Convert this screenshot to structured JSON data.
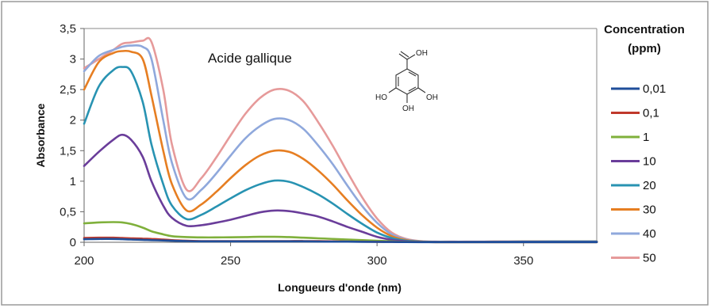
{
  "chart_data": {
    "type": "line",
    "title": "",
    "annotation": "Acide gallique",
    "xlabel": "Longueurs d'onde (nm)",
    "ylabel": "Absorbance",
    "xlim": [
      200,
      375
    ],
    "ylim": [
      0,
      3.5
    ],
    "x_ticks": [
      "200",
      "250",
      "300",
      "350"
    ],
    "y_ticks": [
      "0",
      "0,5",
      "1",
      "1,5",
      "2",
      "2,5",
      "3",
      "3,5"
    ],
    "grid": false,
    "legend": {
      "title_line1": "Concentration",
      "title_line2": "(ppm)",
      "placement": "right"
    },
    "molecule_labels": {
      "top": "OH",
      "left": "HO",
      "right": "OH",
      "bottom": "OH"
    },
    "x": [
      200,
      205,
      210,
      213,
      216,
      220,
      223,
      227,
      230,
      235,
      240,
      245,
      250,
      255,
      260,
      265,
      270,
      275,
      280,
      285,
      290,
      295,
      300,
      305,
      310,
      315,
      320,
      325,
      330,
      340,
      350,
      360,
      370,
      375
    ],
    "series": [
      {
        "name": "0,01",
        "color": "#1f4e9a",
        "values": [
          0.05,
          0.055,
          0.055,
          0.05,
          0.045,
          0.04,
          0.035,
          0.03,
          0.025,
          0.02,
          0.015,
          0.015,
          0.015,
          0.015,
          0.015,
          0.015,
          0.015,
          0.015,
          0.012,
          0.01,
          0.01,
          0.008,
          0.006,
          0.005,
          0.004,
          0.003,
          0.002,
          0.002,
          0.002,
          0.002,
          0.002,
          0.002,
          0.002,
          0.002
        ]
      },
      {
        "name": "0,1",
        "color": "#c0392b",
        "values": [
          0.07,
          0.075,
          0.075,
          0.07,
          0.065,
          0.06,
          0.055,
          0.045,
          0.035,
          0.025,
          0.02,
          0.02,
          0.02,
          0.02,
          0.02,
          0.02,
          0.02,
          0.02,
          0.018,
          0.015,
          0.012,
          0.01,
          0.008,
          0.006,
          0.005,
          0.004,
          0.003,
          0.003,
          0.003,
          0.003,
          0.003,
          0.003,
          0.003,
          0.003
        ]
      },
      {
        "name": "1",
        "color": "#7fb03b",
        "values": [
          0.31,
          0.325,
          0.33,
          0.325,
          0.3,
          0.24,
          0.18,
          0.13,
          0.1,
          0.085,
          0.08,
          0.08,
          0.082,
          0.085,
          0.09,
          0.09,
          0.085,
          0.075,
          0.065,
          0.055,
          0.045,
          0.035,
          0.025,
          0.015,
          0.008,
          0.005,
          0.003,
          0.003,
          0.003,
          0.003,
          0.003,
          0.003,
          0.003,
          0.003
        ]
      },
      {
        "name": "10",
        "color": "#6a3d9a",
        "values": [
          1.25,
          1.48,
          1.68,
          1.76,
          1.68,
          1.4,
          1.0,
          0.6,
          0.4,
          0.27,
          0.28,
          0.32,
          0.37,
          0.43,
          0.49,
          0.52,
          0.51,
          0.47,
          0.42,
          0.34,
          0.25,
          0.17,
          0.09,
          0.04,
          0.015,
          0.008,
          0.005,
          0.005,
          0.005,
          0.005,
          0.005,
          0.005,
          0.005,
          0.005
        ]
      },
      {
        "name": "20",
        "color": "#2893b2",
        "values": [
          1.94,
          2.55,
          2.82,
          2.87,
          2.8,
          2.3,
          1.6,
          0.95,
          0.6,
          0.38,
          0.45,
          0.58,
          0.72,
          0.85,
          0.95,
          1.01,
          0.99,
          0.9,
          0.78,
          0.63,
          0.46,
          0.3,
          0.16,
          0.07,
          0.025,
          0.01,
          0.006,
          0.006,
          0.006,
          0.008,
          0.01,
          0.012,
          0.012,
          0.012
        ]
      },
      {
        "name": "30",
        "color": "#e67e22",
        "values": [
          2.5,
          2.95,
          3.1,
          3.13,
          3.12,
          3.0,
          2.4,
          1.5,
          0.95,
          0.52,
          0.62,
          0.82,
          1.05,
          1.26,
          1.42,
          1.5,
          1.48,
          1.36,
          1.17,
          0.94,
          0.68,
          0.44,
          0.24,
          0.1,
          0.035,
          0.012,
          0.008,
          0.008,
          0.008,
          0.01,
          0.012,
          0.012,
          0.012,
          0.012
        ]
      },
      {
        "name": "40",
        "color": "#8fa8dc",
        "values": [
          2.8,
          3.05,
          3.15,
          3.2,
          3.22,
          3.2,
          3.0,
          2.0,
          1.3,
          0.72,
          0.86,
          1.12,
          1.42,
          1.7,
          1.9,
          2.02,
          2.0,
          1.85,
          1.58,
          1.27,
          0.92,
          0.59,
          0.32,
          0.13,
          0.045,
          0.015,
          0.008,
          0.008,
          0.008,
          0.01,
          0.012,
          0.012,
          0.012,
          0.012
        ]
      },
      {
        "name": "50",
        "color": "#e69a9a",
        "values": [
          2.85,
          3.0,
          3.15,
          3.25,
          3.27,
          3.3,
          3.28,
          2.5,
          1.6,
          0.86,
          1.05,
          1.38,
          1.75,
          2.1,
          2.36,
          2.5,
          2.48,
          2.3,
          1.96,
          1.57,
          1.14,
          0.73,
          0.39,
          0.16,
          0.055,
          0.018,
          0.01,
          0.01,
          0.01,
          0.012,
          0.014,
          0.015,
          0.015,
          0.015
        ]
      }
    ]
  }
}
